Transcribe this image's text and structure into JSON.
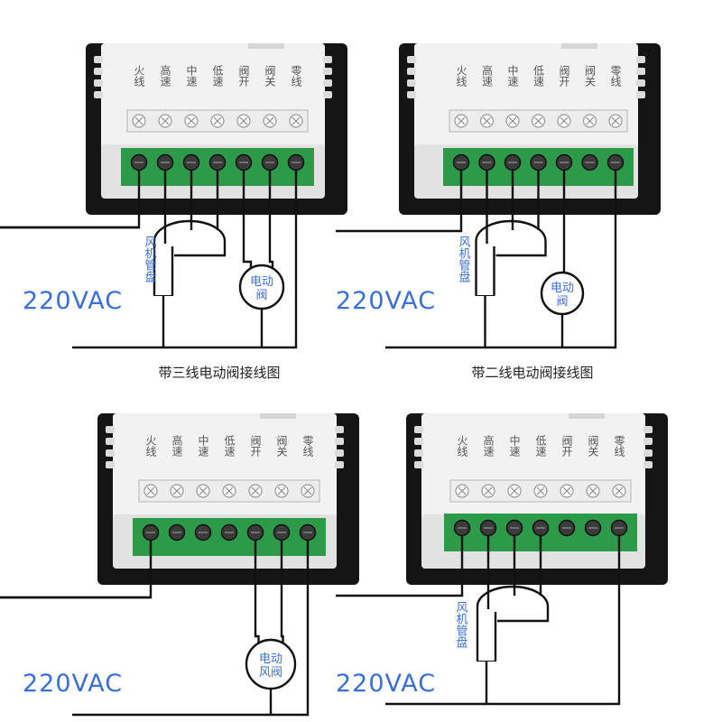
{
  "terminal_labels": [
    "火线",
    "高速",
    "中速",
    "低速",
    "阀开",
    "阀关",
    "零线"
  ],
  "voltage_label": "220VAC",
  "fan_coil_label": "风机管盘",
  "valve_label_electric": "电动阀",
  "valve_label_air": "电动风阀",
  "colors": {
    "label_blue": "#3a6fd8",
    "terminal_green": "#2d9a4a",
    "panel_white": "#f2f2f2",
    "housing_black": "#151515",
    "wire": "#111111"
  },
  "panels": [
    {
      "id": "top-left",
      "caption": "带三线电动阀接线图",
      "fan": {
        "terminals": [
          1,
          2,
          3
        ]
      },
      "valve": {
        "type": "electric",
        "terminals": [
          4,
          5
        ]
      },
      "live_terminal": 0,
      "neutral_terminal": 6
    },
    {
      "id": "top-right",
      "caption": "带二线电动阀接线图",
      "fan": {
        "terminals": [
          1,
          2,
          3
        ]
      },
      "valve": {
        "type": "electric",
        "terminals": [
          4
        ]
      },
      "live_terminal": 0,
      "neutral_terminal": 6
    },
    {
      "id": "bottom-left",
      "caption": "",
      "fan": null,
      "valve": {
        "type": "air",
        "terminals": [
          4,
          5
        ]
      },
      "live_terminal": 0,
      "neutral_terminal": 6
    },
    {
      "id": "bottom-right",
      "caption": "",
      "fan": {
        "terminals": [
          1,
          2,
          3
        ]
      },
      "valve": null,
      "live_terminal": 0,
      "neutral_terminal": 6
    }
  ]
}
